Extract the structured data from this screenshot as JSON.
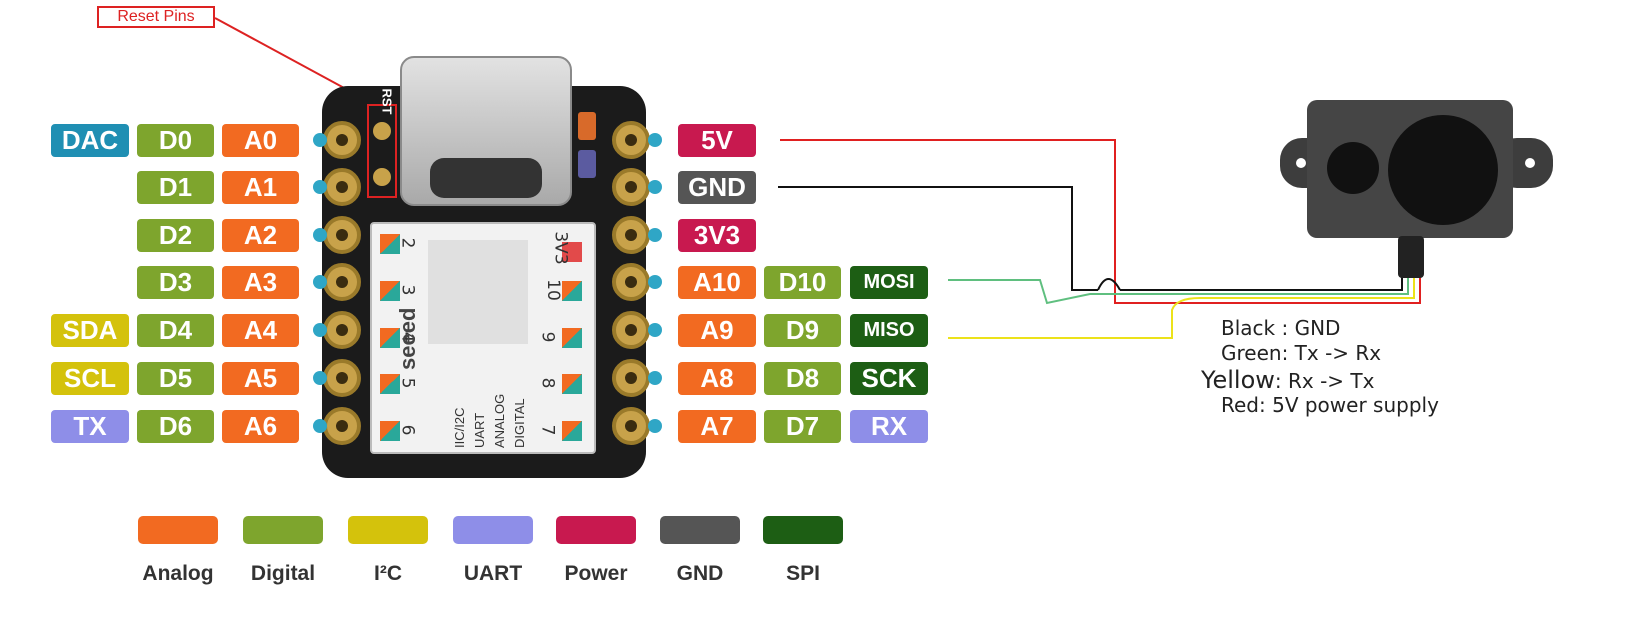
{
  "reset_label": "Reset Pins",
  "left_pins": [
    {
      "extra": "DAC",
      "digital": "D0",
      "analog": "A0"
    },
    {
      "extra": "",
      "digital": "D1",
      "analog": "A1"
    },
    {
      "extra": "",
      "digital": "D2",
      "analog": "A2"
    },
    {
      "extra": "",
      "digital": "D3",
      "analog": "A3"
    },
    {
      "extra": "SDA",
      "digital": "D4",
      "analog": "A4"
    },
    {
      "extra": "SCL",
      "digital": "D5",
      "analog": "A5"
    },
    {
      "extra": "TX",
      "digital": "D6",
      "analog": "A6"
    }
  ],
  "right_pins": [
    {
      "first": "5V",
      "digital": "",
      "extra": ""
    },
    {
      "first": "GND",
      "digital": "",
      "extra": ""
    },
    {
      "first": "3V3",
      "digital": "",
      "extra": ""
    },
    {
      "first": "A10",
      "digital": "D10",
      "extra": "MOSI"
    },
    {
      "first": "A9",
      "digital": "D9",
      "extra": "MISO"
    },
    {
      "first": "A8",
      "digital": "D8",
      "extra": "SCK"
    },
    {
      "first": "A7",
      "digital": "D7",
      "extra": "RX"
    }
  ],
  "board": {
    "rst_label": "RST",
    "brand": "seeed",
    "legend": [
      "IIC/I2C",
      "UART",
      "ANALOG",
      "DIGITAL"
    ],
    "left_numbers": [
      "2",
      "3",
      "4",
      "5",
      "6"
    ],
    "right_numbers": [
      "3V3",
      "10",
      "9",
      "8",
      "7"
    ]
  },
  "wire_notes": {
    "black": "Black : GND",
    "green": "Green: Tx -> Rx",
    "yellow_word": "Yellow",
    "yellow_rest": ": Rx -> Tx",
    "red": "Red: 5V power supply"
  },
  "legend": [
    {
      "label": "Analog",
      "color": "#f26a21"
    },
    {
      "label": "Digital",
      "color": "#7ea52d"
    },
    {
      "label": "I²C",
      "color": "#d4c20c"
    },
    {
      "label": "UART",
      "color": "#8e8ee8"
    },
    {
      "label": "Power",
      "color": "#c8194f"
    },
    {
      "label": "GND",
      "color": "#555555"
    },
    {
      "label": "SPI",
      "color": "#1d5e14"
    }
  ],
  "colors": {
    "analog": "#f26a21",
    "digital": "#7ea52d",
    "i2c": "#d4c20c",
    "uart": "#8e8ee8",
    "power": "#c8194f",
    "gnd": "#555555",
    "spi": "#1d5e14",
    "dac": "#1f8fb3"
  }
}
